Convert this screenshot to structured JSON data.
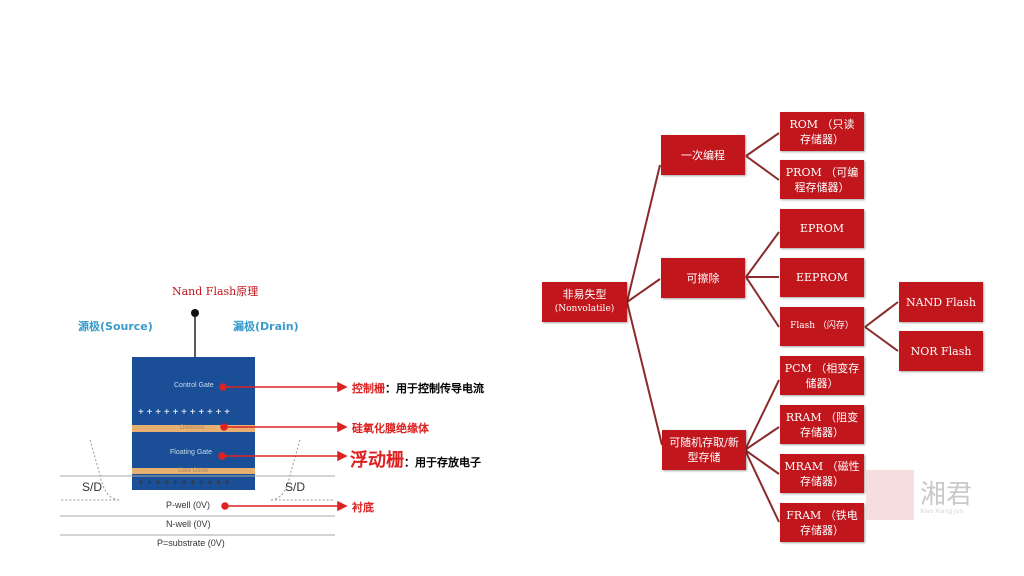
{
  "left_diagram": {
    "title": "Nand Flash原理",
    "source_label": "源极(Source)",
    "drain_label": "漏极(Drain)",
    "control_gate": "Control Gate",
    "dielectric": "Dielectric",
    "floating_gate": "Floating Gate",
    "gate_oxide": "Gate Oxide",
    "plus_row": "+ + + + + + + + + + +",
    "sd_left": "S/D",
    "sd_right": "S/D",
    "p_well": "P-well (0V)",
    "n_well": "N-well (0V)",
    "p_substrate": "P=substrate (0V)",
    "annotations": [
      {
        "term": "控制栅",
        "desc": "：用于控制传导电流"
      },
      {
        "term": "硅氧化膜绝缘体",
        "desc": ""
      },
      {
        "term": "浮动栅",
        "desc": "：用于存放电子"
      },
      {
        "term": "衬底",
        "desc": ""
      }
    ]
  },
  "tree": {
    "root": {
      "line1": "非易失型",
      "line2": "(Nonvolatile)"
    },
    "level1": [
      "一次编程",
      "可擦除",
      "可随机存取/新型存储"
    ],
    "level2": [
      "ROM （只读存储器）",
      "PROM （可编程存储器）",
      "EPROM",
      "EEPROM",
      "Flash （闪存）",
      "PCM （相变存储器）",
      "RRAM （阻变存储器）",
      "MRAM （磁性存储器）",
      "FRAM （铁电存储器）"
    ],
    "level3": [
      "NAND Flash",
      "NOR Flash"
    ]
  },
  "watermark": {
    "logo": "湘君",
    "sub": "Xiao Xiang Jun"
  },
  "colors": {
    "box": "#c0161c",
    "line": "#8b2a2a",
    "gate": "#1a4e96",
    "oxide": "#e8b070"
  }
}
